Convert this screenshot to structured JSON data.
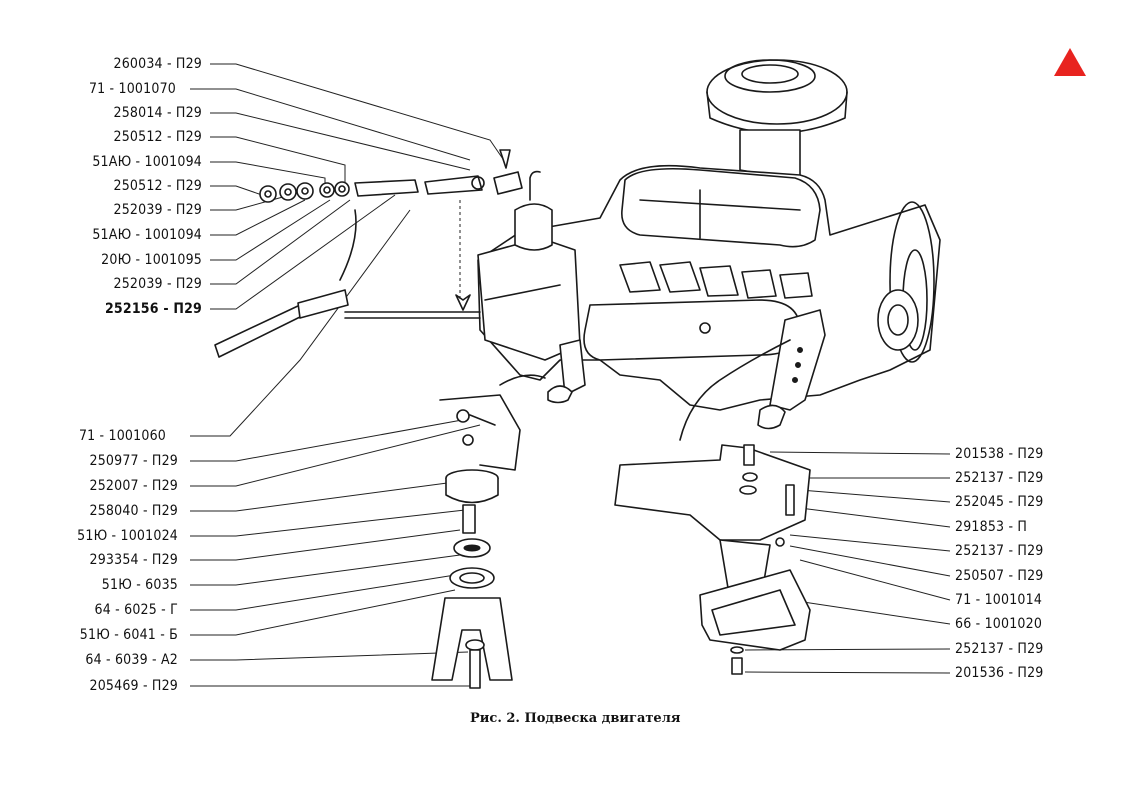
{
  "figure": {
    "caption": "Рис. 2. Подвеска двигателя"
  },
  "left_labels": [
    "260034 - П29",
    "71 - 1001070",
    "258014 - П29",
    "250512 - П29",
    "51АЮ - 1001094",
    "250512 - П29",
    "252039 - П29",
    "51АЮ - 1001094",
    "20Ю - 1001095",
    "252039 - П29",
    "252156 - П29",
    "71 - 1001060",
    "250977 - П29",
    "252007 - П29",
    "258040 - П29",
    "51Ю - 1001024",
    "293354 - П29",
    "51Ю - 6035",
    "64 - 6025 - Г",
    "51Ю - 6041 - Б",
    "64 - 6039 - А2",
    "205469 - П29"
  ],
  "right_labels": [
    "201538 - П29",
    "252137 - П29",
    "252045 - П29",
    "291853 - П",
    "252137 - П29",
    "250507 - П29",
    "71 - 1001014",
    "66 - 1001020",
    "252137 - П29",
    "201536 - П29"
  ],
  "nav": {
    "icon": "triangle-up-icon",
    "color": "#e8231f"
  }
}
